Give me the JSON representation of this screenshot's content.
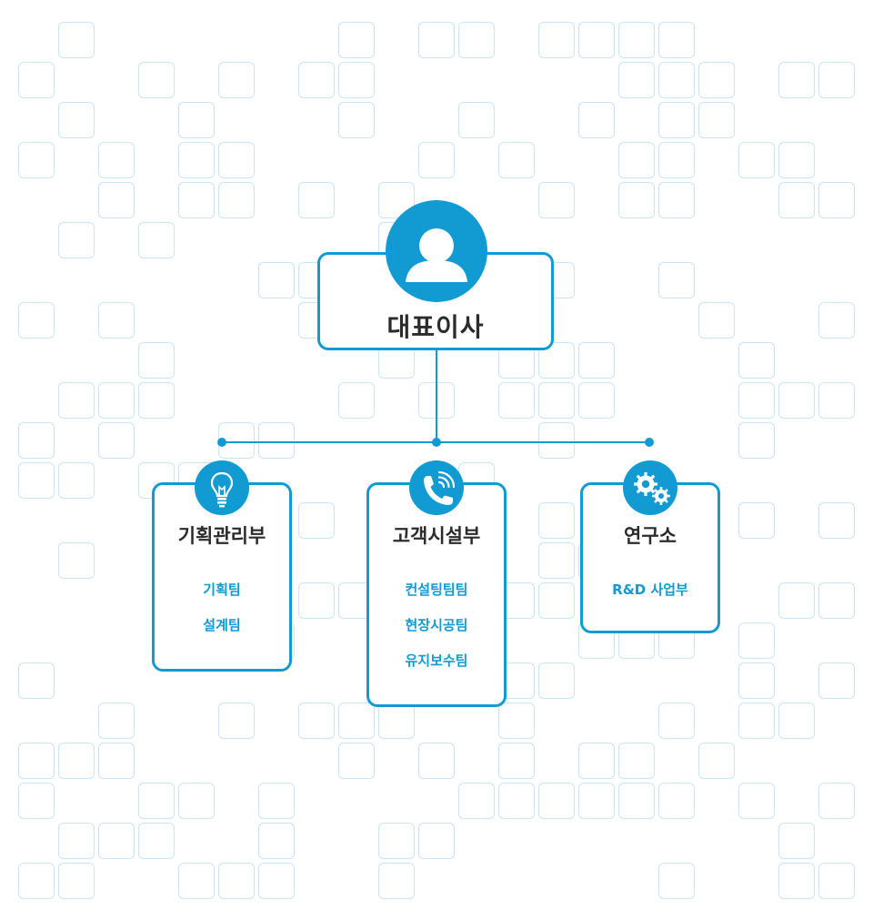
{
  "org_chart": {
    "root": {
      "title": "대표이사",
      "icon": "person-icon"
    },
    "departments": [
      {
        "title": "기획관리부",
        "icon": "lightbulb-icon",
        "teams": [
          "기획팀",
          "설계팀"
        ]
      },
      {
        "title": "고객시설부",
        "icon": "phone-icon",
        "teams": [
          "컨설팅팀팀",
          "현장시공팀",
          "유지보수팀"
        ]
      },
      {
        "title": "연구소",
        "icon": "gears-icon",
        "teams": [
          "R&D 사업부"
        ]
      }
    ]
  },
  "colors": {
    "accent": "#129ad3",
    "title_text": "#2b2b2b",
    "tile_border": "#c9e5f3"
  }
}
